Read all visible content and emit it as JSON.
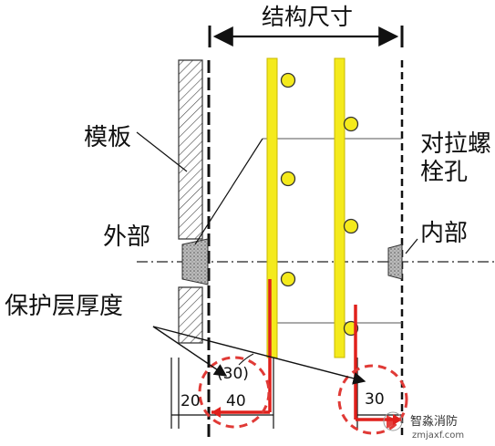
{
  "labels": {
    "title": "结构尺寸",
    "formwork": "模板",
    "tie_bolt_line1": "对拉螺",
    "tie_bolt_line2": "栓孔",
    "outside": "外部",
    "inside": "内部",
    "cover_thickness": "保护层厚度"
  },
  "dimensions": {
    "left_paren": "(30)",
    "left_20": "20",
    "left_40": "40",
    "right_30": "30"
  },
  "watermark": {
    "name": "智淼消防",
    "url": "zmjaxf.com"
  },
  "colors": {
    "rebar_yellow": "#f4ea1c",
    "rebar_edge": "#c9b800",
    "cover_red": "#e0201c",
    "circle_red": "#e03a36",
    "line": "#111111"
  }
}
